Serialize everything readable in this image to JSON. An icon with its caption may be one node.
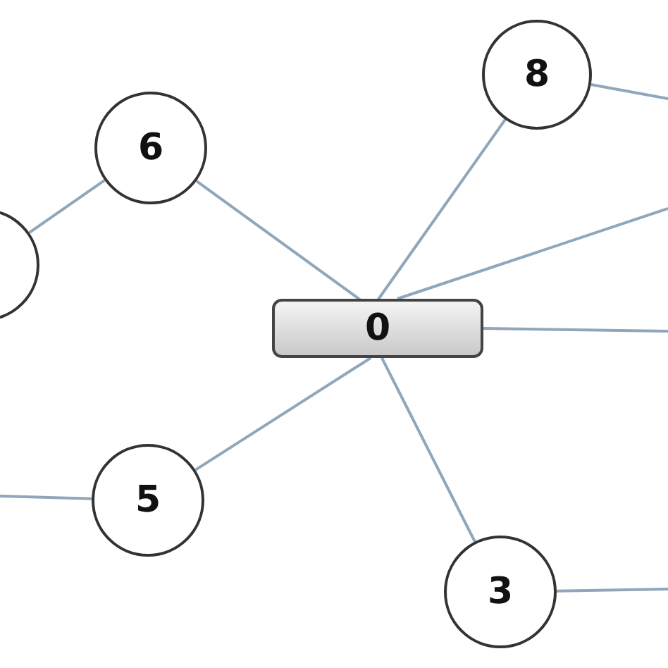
{
  "diagram": {
    "nodes": [
      {
        "text": [
          "8"
        ]
      },
      {
        "text": [
          "6"
        ]
      },
      {
        "text": [],
        "shape": "circle"
      },
      {
        "text": [
          "0"
        ]
      },
      {
        "text": [
          "5"
        ]
      },
      {
        "text": [
          "3"
        ]
      }
    ],
    "edges": [
      {
        "from": 3,
        "to": 0,
        "arrow": "none"
      },
      {
        "from": 3,
        "to": 1,
        "arrow": "none"
      },
      {
        "from": 3,
        "to": null,
        "arrow": "none"
      },
      {
        "from": 3,
        "to": null,
        "arrow": "none"
      },
      {
        "from": 3,
        "to": 4,
        "arrow": "none"
      },
      {
        "from": 3,
        "to": 5,
        "arrow": "none"
      },
      {
        "from": 1,
        "to": 2,
        "arrow": "none"
      },
      {
        "from": 0,
        "to": null,
        "arrow": "none"
      },
      {
        "from": 4,
        "to": null,
        "arrow": "none"
      },
      {
        "from": 5,
        "to": null,
        "arrow": "none"
      }
    ]
  }
}
